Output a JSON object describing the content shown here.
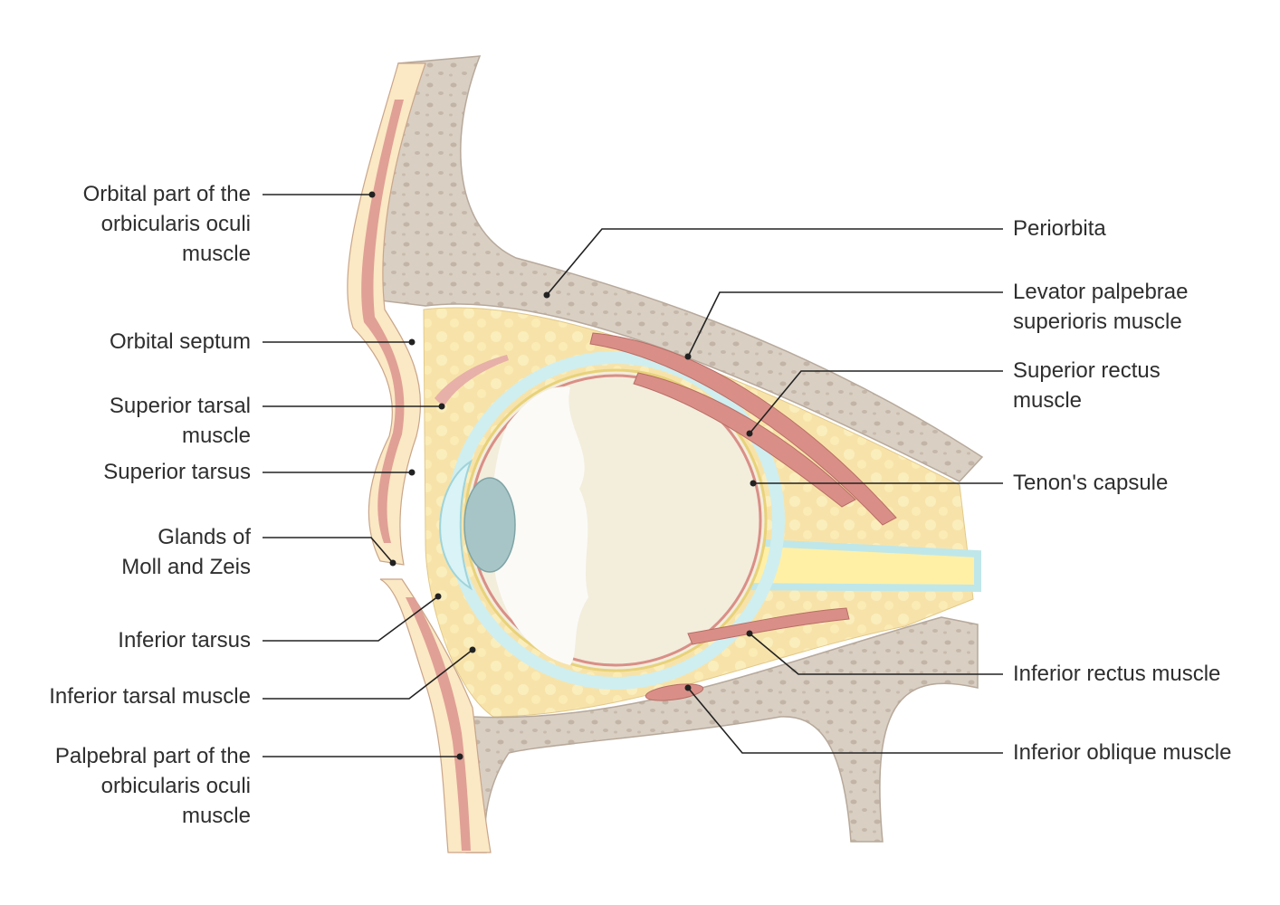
{
  "title": "Sagittal section of the eye and orbit",
  "colors": {
    "bone": "#d9cfc3",
    "fat": "#f7e3a9",
    "muscle": "#d98f87",
    "skin": "#fbe8c4",
    "sclera": "#f3eddc",
    "tenon": "#cfeef0",
    "lens": "#a7c5c7",
    "nerve": "#fff0a6",
    "leader": "#222222"
  },
  "labels_left": [
    {
      "id": "orbital-orbicularis",
      "lines": [
        "Orbital part of the",
        "orbicularis oculi",
        "muscle"
      ]
    },
    {
      "id": "orbital-septum",
      "lines": [
        "Orbital septum"
      ]
    },
    {
      "id": "superior-tarsal-muscle",
      "lines": [
        "Superior tarsal",
        "muscle"
      ]
    },
    {
      "id": "superior-tarsus",
      "lines": [
        "Superior tarsus"
      ]
    },
    {
      "id": "glands-moll-zeis",
      "lines": [
        "Glands of",
        "Moll and Zeis"
      ]
    },
    {
      "id": "inferior-tarsus",
      "lines": [
        "Inferior tarsus"
      ]
    },
    {
      "id": "inferior-tarsal-muscle",
      "lines": [
        "Inferior tarsal muscle"
      ]
    },
    {
      "id": "palpebral-orbicularis",
      "lines": [
        "Palpebral part of the",
        "orbicularis oculi",
        "muscle"
      ]
    }
  ],
  "labels_right": [
    {
      "id": "periorbita",
      "lines": [
        "Periorbita"
      ]
    },
    {
      "id": "levator-palpebrae",
      "lines": [
        "Levator palpebrae",
        "superioris muscle"
      ]
    },
    {
      "id": "superior-rectus",
      "lines": [
        "Superior rectus",
        "muscle"
      ]
    },
    {
      "id": "tenons-capsule",
      "lines": [
        "Tenon's capsule"
      ]
    },
    {
      "id": "inferior-rectus",
      "lines": [
        "Inferior rectus muscle"
      ]
    },
    {
      "id": "inferior-oblique",
      "lines": [
        "Inferior oblique muscle"
      ]
    }
  ]
}
